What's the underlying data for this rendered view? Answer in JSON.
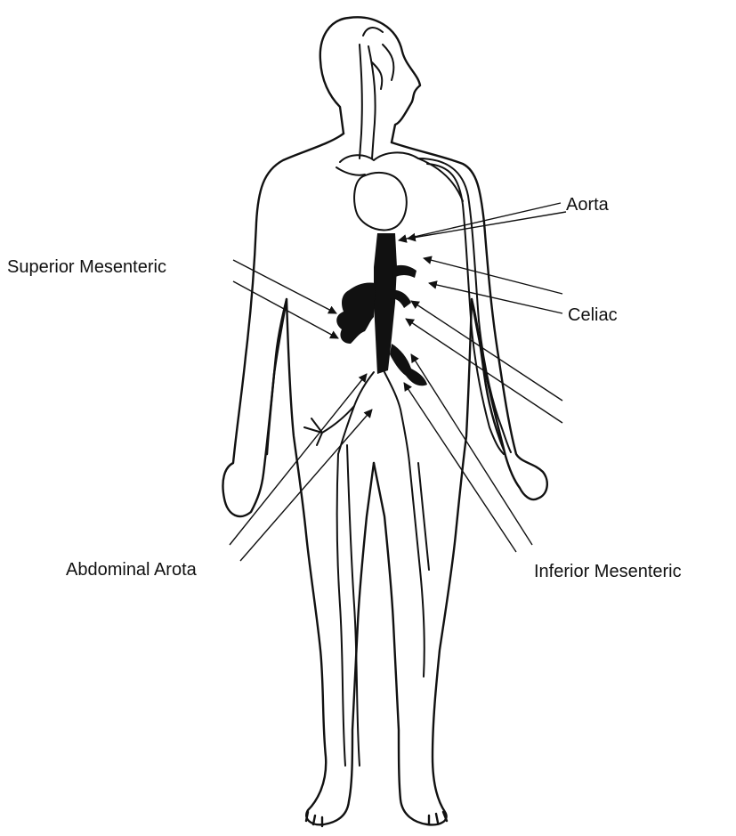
{
  "diagram": {
    "labels": {
      "aorta": "Aorta",
      "superior_mesenteric": "Superior Mesenteric",
      "celiac": "Celiac",
      "abdominal_aorta": "Abdominal Arota",
      "inferior_mesenteric": "Inferior Mesenteric"
    },
    "colors": {
      "line": "#111111",
      "background": "#ffffff"
    }
  }
}
